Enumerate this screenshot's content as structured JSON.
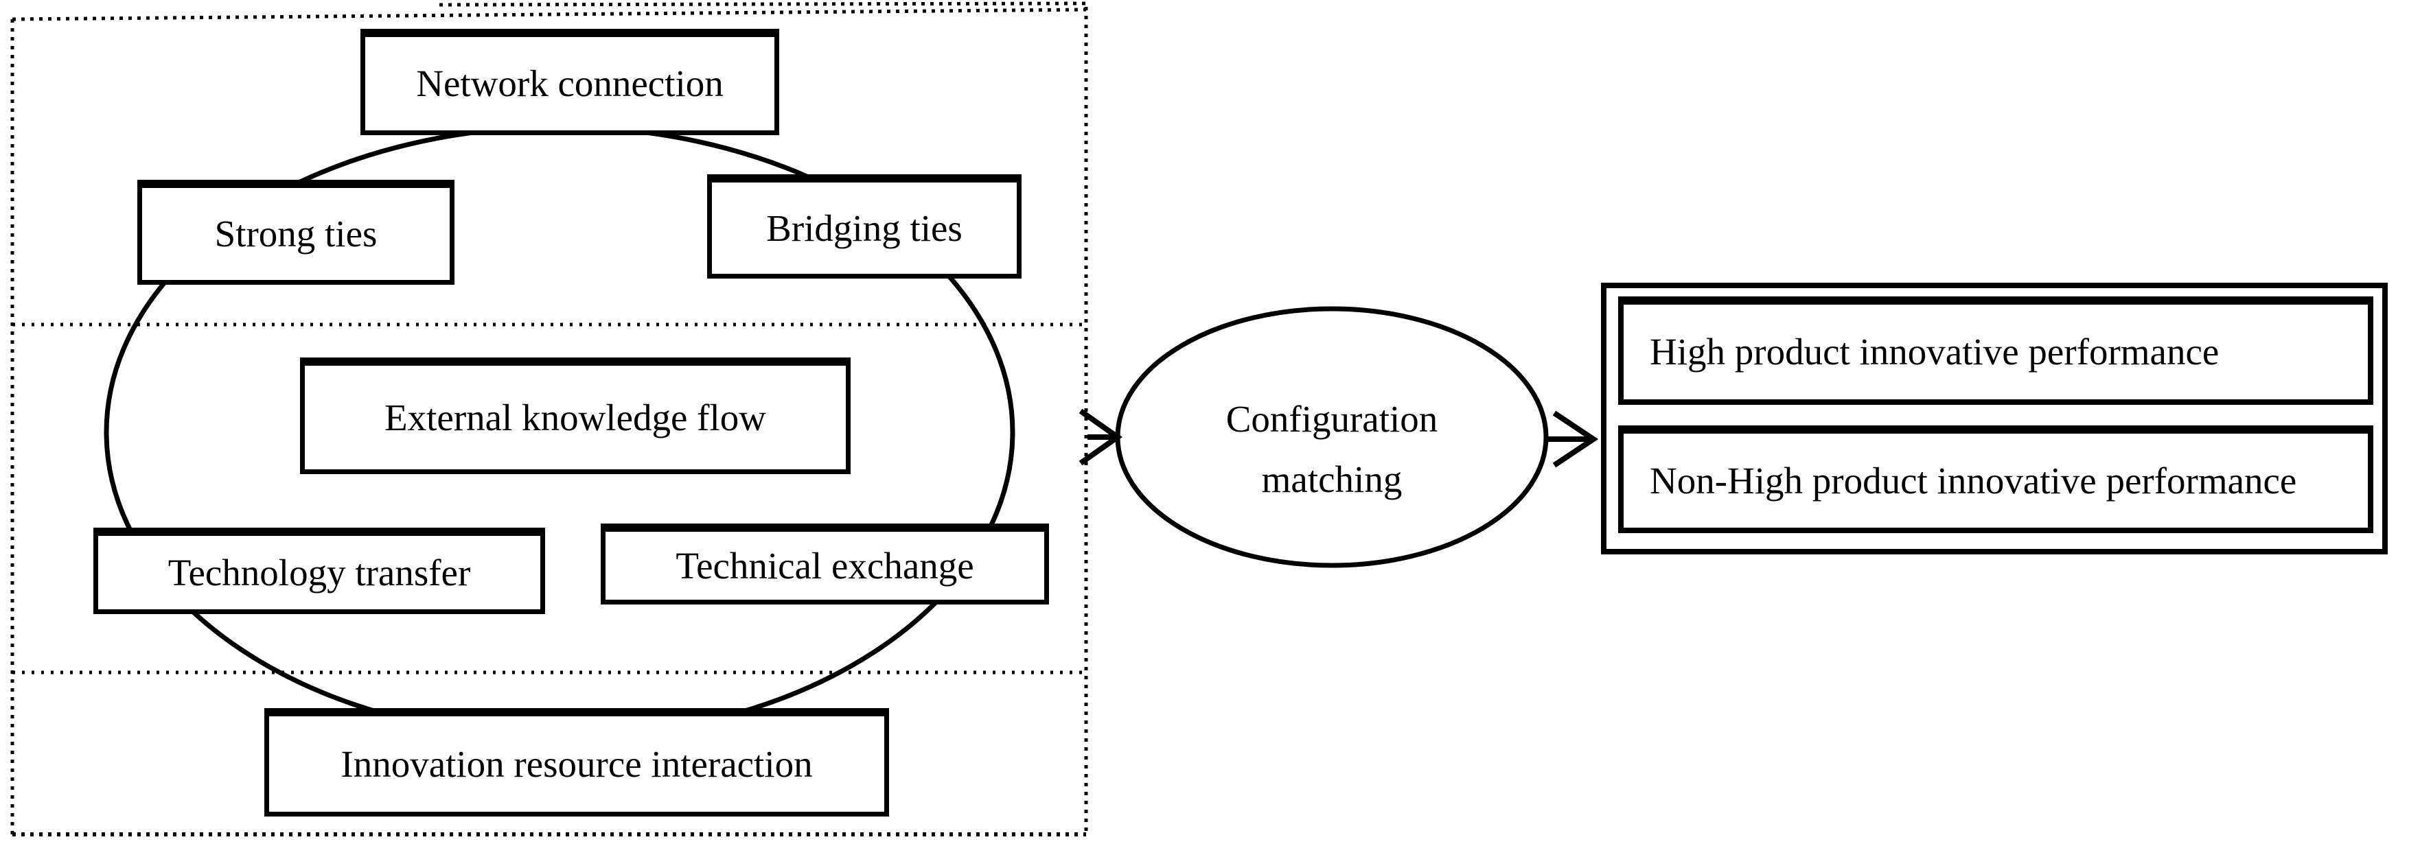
{
  "figure": {
    "left_panel": {
      "boxes": [
        {
          "label": "Network connection"
        },
        {
          "label": "Strong ties"
        },
        {
          "label": "Bridging ties"
        },
        {
          "label": "External knowledge flow"
        },
        {
          "label": "Technology transfer"
        },
        {
          "label": "Technical exchange"
        },
        {
          "label": "Innovation resource interaction"
        }
      ]
    },
    "hub": {
      "line1": "Configuration",
      "line2": "matching"
    },
    "right_panel": {
      "outcomes": [
        {
          "label": "High product innovative performance"
        },
        {
          "label": "Non-High product innovative performance"
        }
      ]
    },
    "colors": {
      "ink": "#000000",
      "paper": "#ffffff"
    }
  }
}
